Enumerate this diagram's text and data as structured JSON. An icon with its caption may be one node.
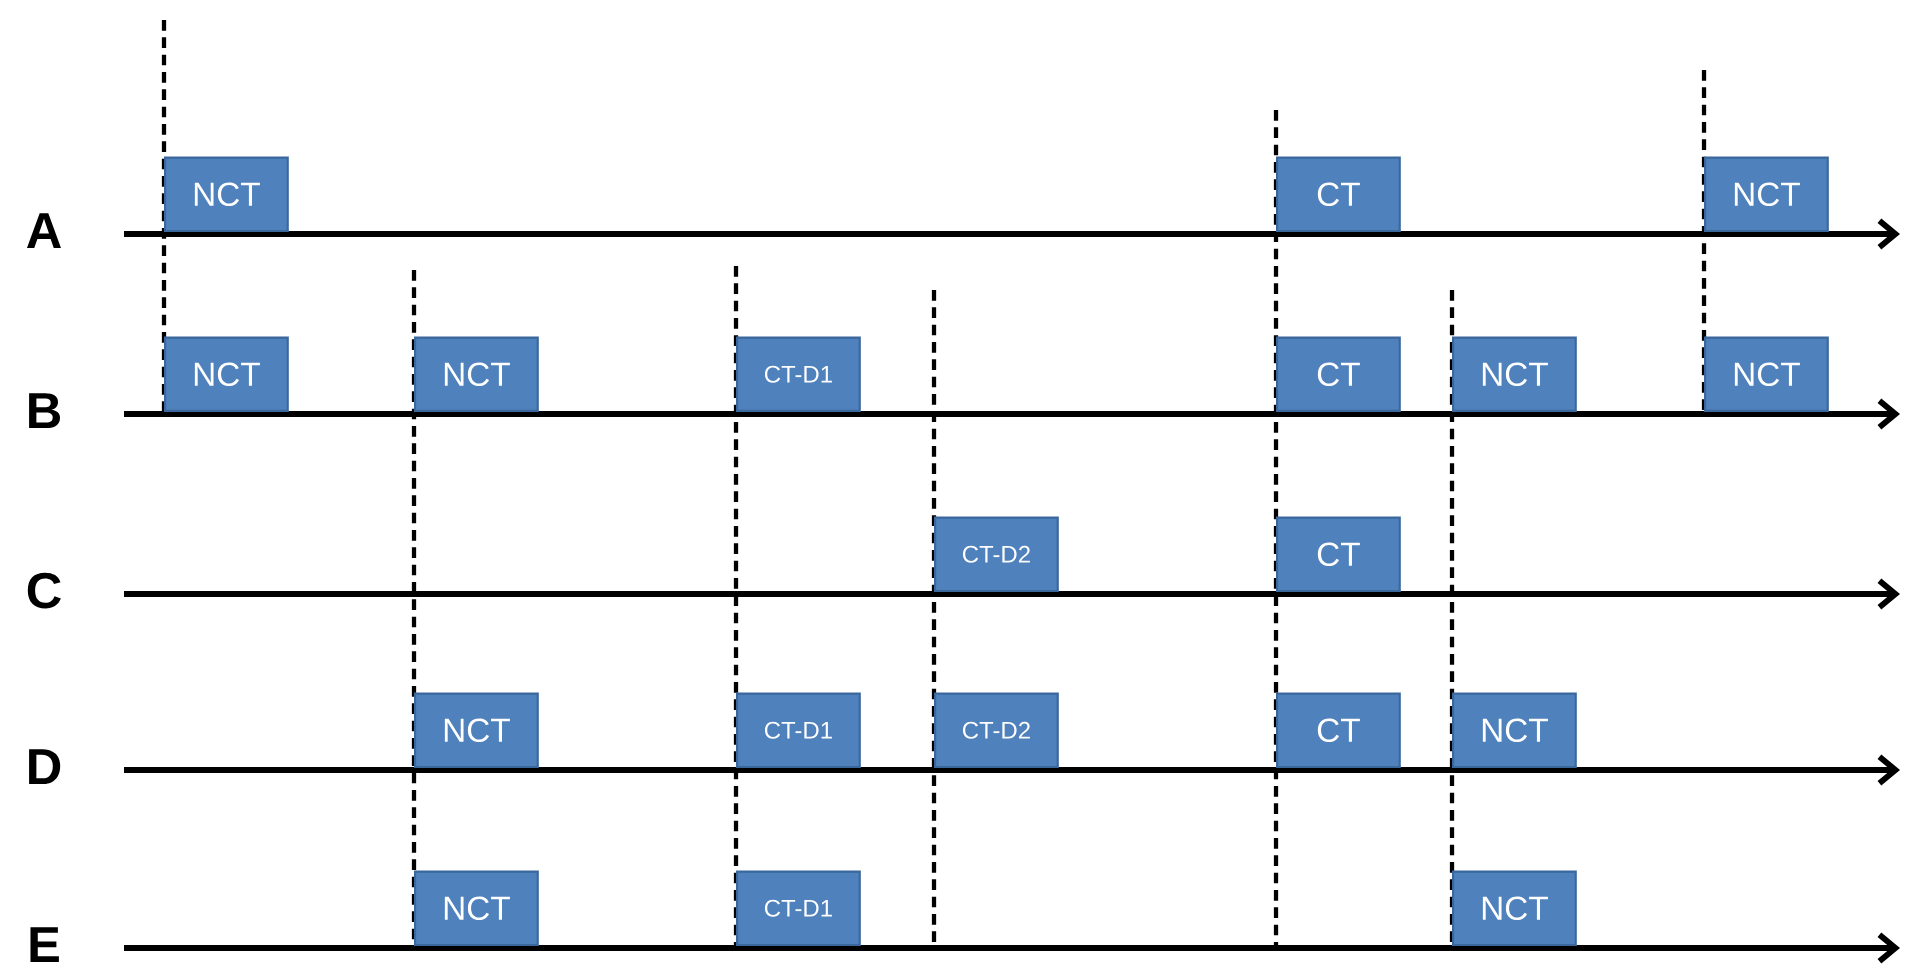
{
  "diagram": {
    "nodes": [
      {
        "text": [
          "NCT"
        ]
      },
      {
        "text": [
          "CT"
        ]
      },
      {
        "text": [
          "NCT"
        ]
      },
      {
        "text": [
          "NCT"
        ]
      },
      {
        "text": [
          "NCT"
        ]
      },
      {
        "text": [
          "CT-D1"
        ]
      },
      {
        "text": [
          "CT"
        ]
      },
      {
        "text": [
          "NCT"
        ]
      },
      {
        "text": [
          "NCT"
        ]
      },
      {
        "text": [
          "CT-D2"
        ]
      },
      {
        "text": [
          "CT"
        ]
      },
      {
        "text": [
          "NCT"
        ]
      },
      {
        "text": [
          "CT-D1"
        ]
      },
      {
        "text": [
          "CT-D2"
        ]
      },
      {
        "text": [
          "CT"
        ]
      },
      {
        "text": [
          "NCT"
        ]
      },
      {
        "text": [
          "NCT"
        ]
      },
      {
        "text": [
          "CT-D1"
        ]
      },
      {
        "text": [
          "NCT"
        ]
      }
    ],
    "labels": [
      "A",
      "B",
      "C",
      "D",
      "E"
    ]
  }
}
